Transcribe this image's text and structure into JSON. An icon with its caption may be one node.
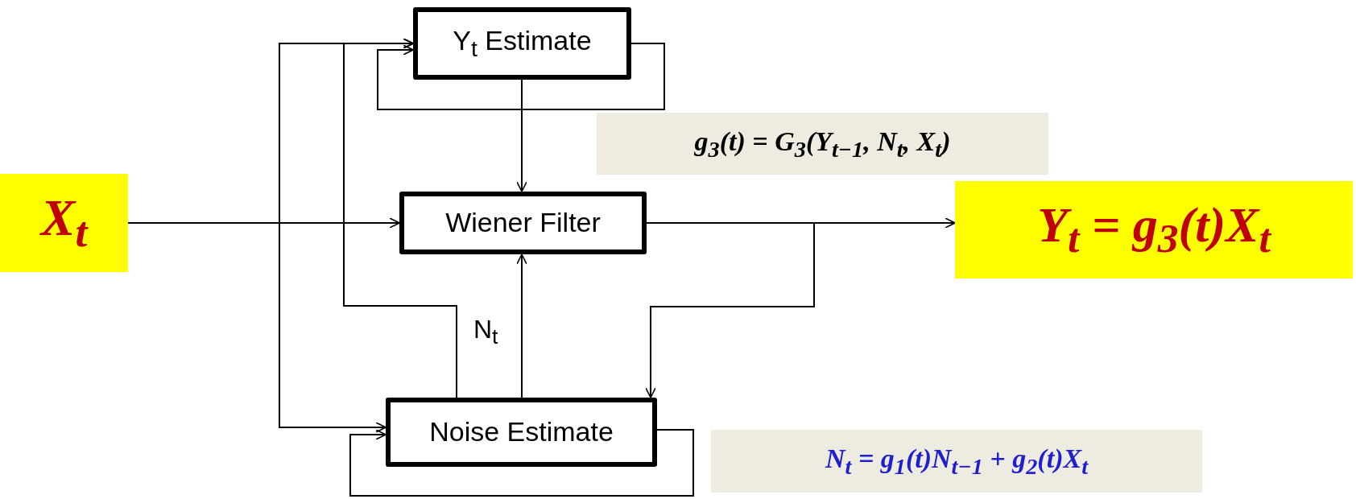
{
  "diagram": {
    "nodes": [
      {
        "text": [
          "X$_{t}$"
        ]
      },
      {
        "text": [
          "Y$_{t}$ Estimate"
        ]
      },
      {
        "text": [
          "Wiener Filter"
        ]
      },
      {
        "text": [
          "Noise Estimate"
        ]
      },
      {
        "text": [
          "Y$_{t}$ = g$_{3}$(t)X$_{t}$"
        ]
      },
      {
        "text": [
          "g$_{3}$(t) = G$_{3}$(Y$_{t−1}$, N$_{t}$, X$_{t}$)"
        ]
      },
      {
        "text": [
          "N$_{t}$ = g$_{1}$(t)N$_{t−1}$ + g$_{2}$(t)X$_{t}$"
        ]
      }
    ],
    "edges": [
      {
        "from": 0,
        "to": 2,
        "arrow": "to"
      },
      {
        "from": 0,
        "to": 1,
        "arrow": "to"
      },
      {
        "from": 0,
        "to": 3,
        "arrow": "to"
      },
      {
        "from": 1,
        "to": 2,
        "arrow": "to"
      },
      {
        "from": 1,
        "to": 1,
        "arrow": "to"
      },
      {
        "from": 2,
        "to": 4,
        "arrow": "to"
      },
      {
        "from": 3,
        "to": 2,
        "arrow": "to",
        "label": "N$_{t}$"
      },
      {
        "from": 3,
        "to": 1,
        "arrow": "to"
      },
      {
        "from": 2,
        "to": 3,
        "arrow": "to"
      },
      {
        "from": 3,
        "to": 3,
        "arrow": "to"
      }
    ]
  }
}
